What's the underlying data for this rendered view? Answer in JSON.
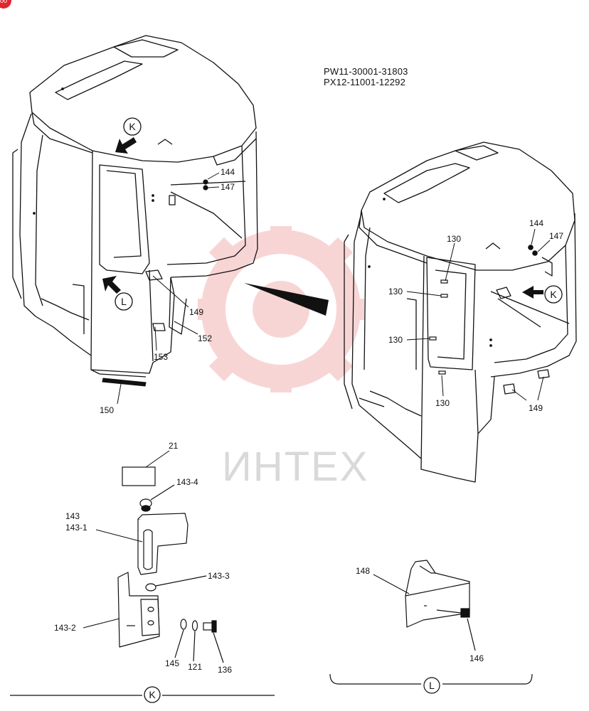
{
  "corner_badge": "00",
  "serial_numbers": [
    "PW11-30001-31803",
    "PX12-11001-12292"
  ],
  "watermark": {
    "text": "ИНТЕХ",
    "gear_color": "#f3b3b3",
    "text_color": "#d9d9d9"
  },
  "view_markers": {
    "k": "K",
    "l": "L"
  },
  "part_labels": {
    "p21": "21",
    "p121": "121",
    "p130": "130",
    "p136": "136",
    "p143": "143",
    "p143_1": "143-1",
    "p143_2": "143-2",
    "p143_3": "143-3",
    "p143_4": "143-4",
    "p144": "144",
    "p145": "145",
    "p146": "146",
    "p147": "147",
    "p148": "148",
    "p149": "149",
    "p150": "150",
    "p152": "152",
    "p153": "153"
  },
  "colors": {
    "line": "#111111",
    "arrow": "#111111",
    "badge": "#e0262f"
  }
}
